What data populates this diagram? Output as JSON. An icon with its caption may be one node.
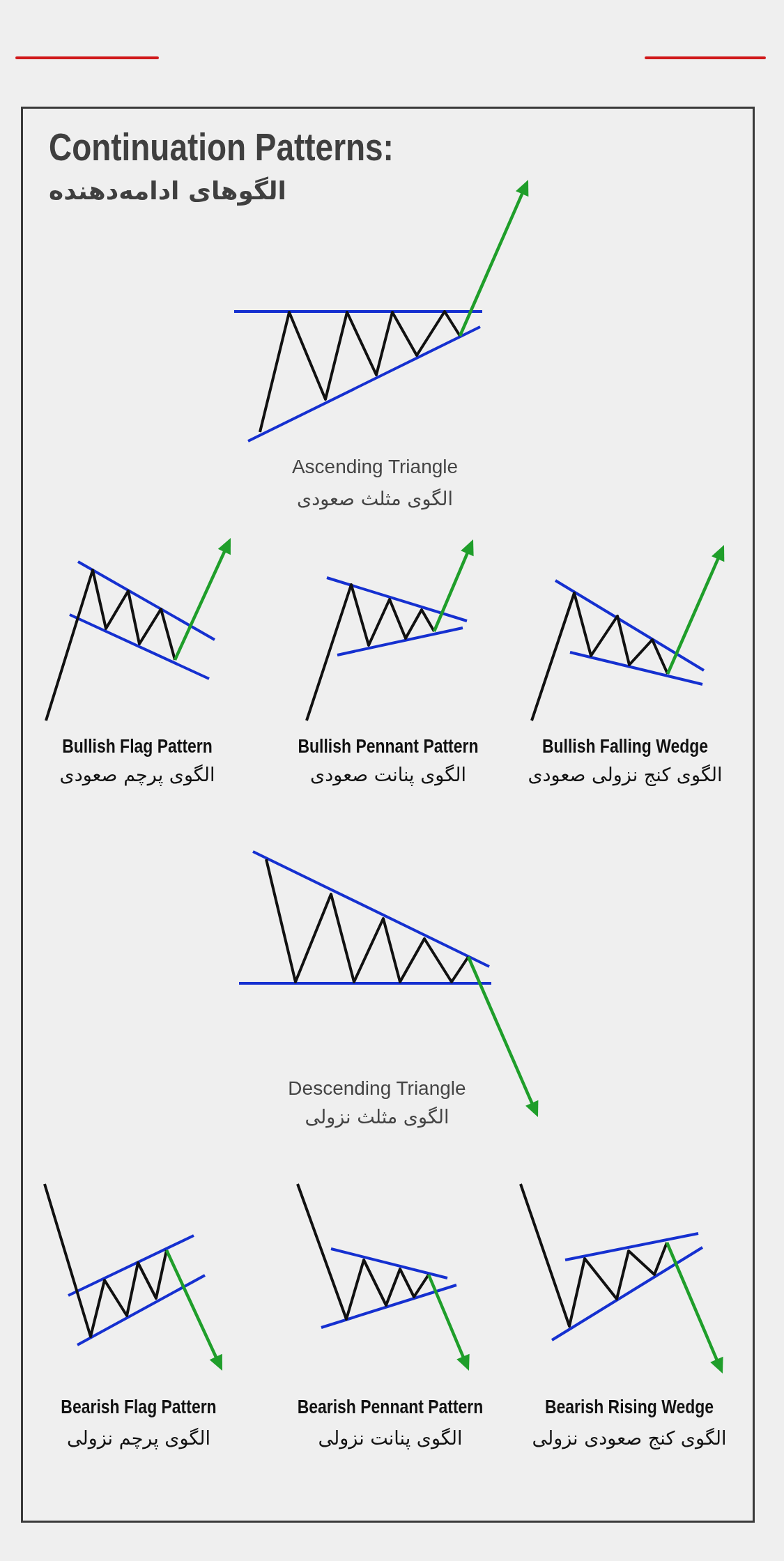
{
  "diagram": {
    "nodes": [
      {
        "text": [
          "Continuation Patterns:",
          "الگوهای ادامه‌دهنده"
        ]
      }
    ],
    "labels": [
      "Ascending Triangle",
      "الگوی مثلث صعودی",
      "Bullish Flag Pattern",
      "الگوی پرچم صعودی",
      "Bullish Pennant Pattern",
      "الگوی پنانت صعودی",
      "Bullish Falling Wedge",
      "الگوی کنج نزولی صعودی",
      "Descending Triangle",
      "الگوی مثلث نزولی",
      "Bearish Flag Pattern",
      "الگوی پرچم نزولی",
      "Bearish Pennant Pattern",
      "الگوی پنانت نزولی",
      "Bearish Rising Wedge",
      "الگوی کنج صعودی نزولی"
    ]
  }
}
